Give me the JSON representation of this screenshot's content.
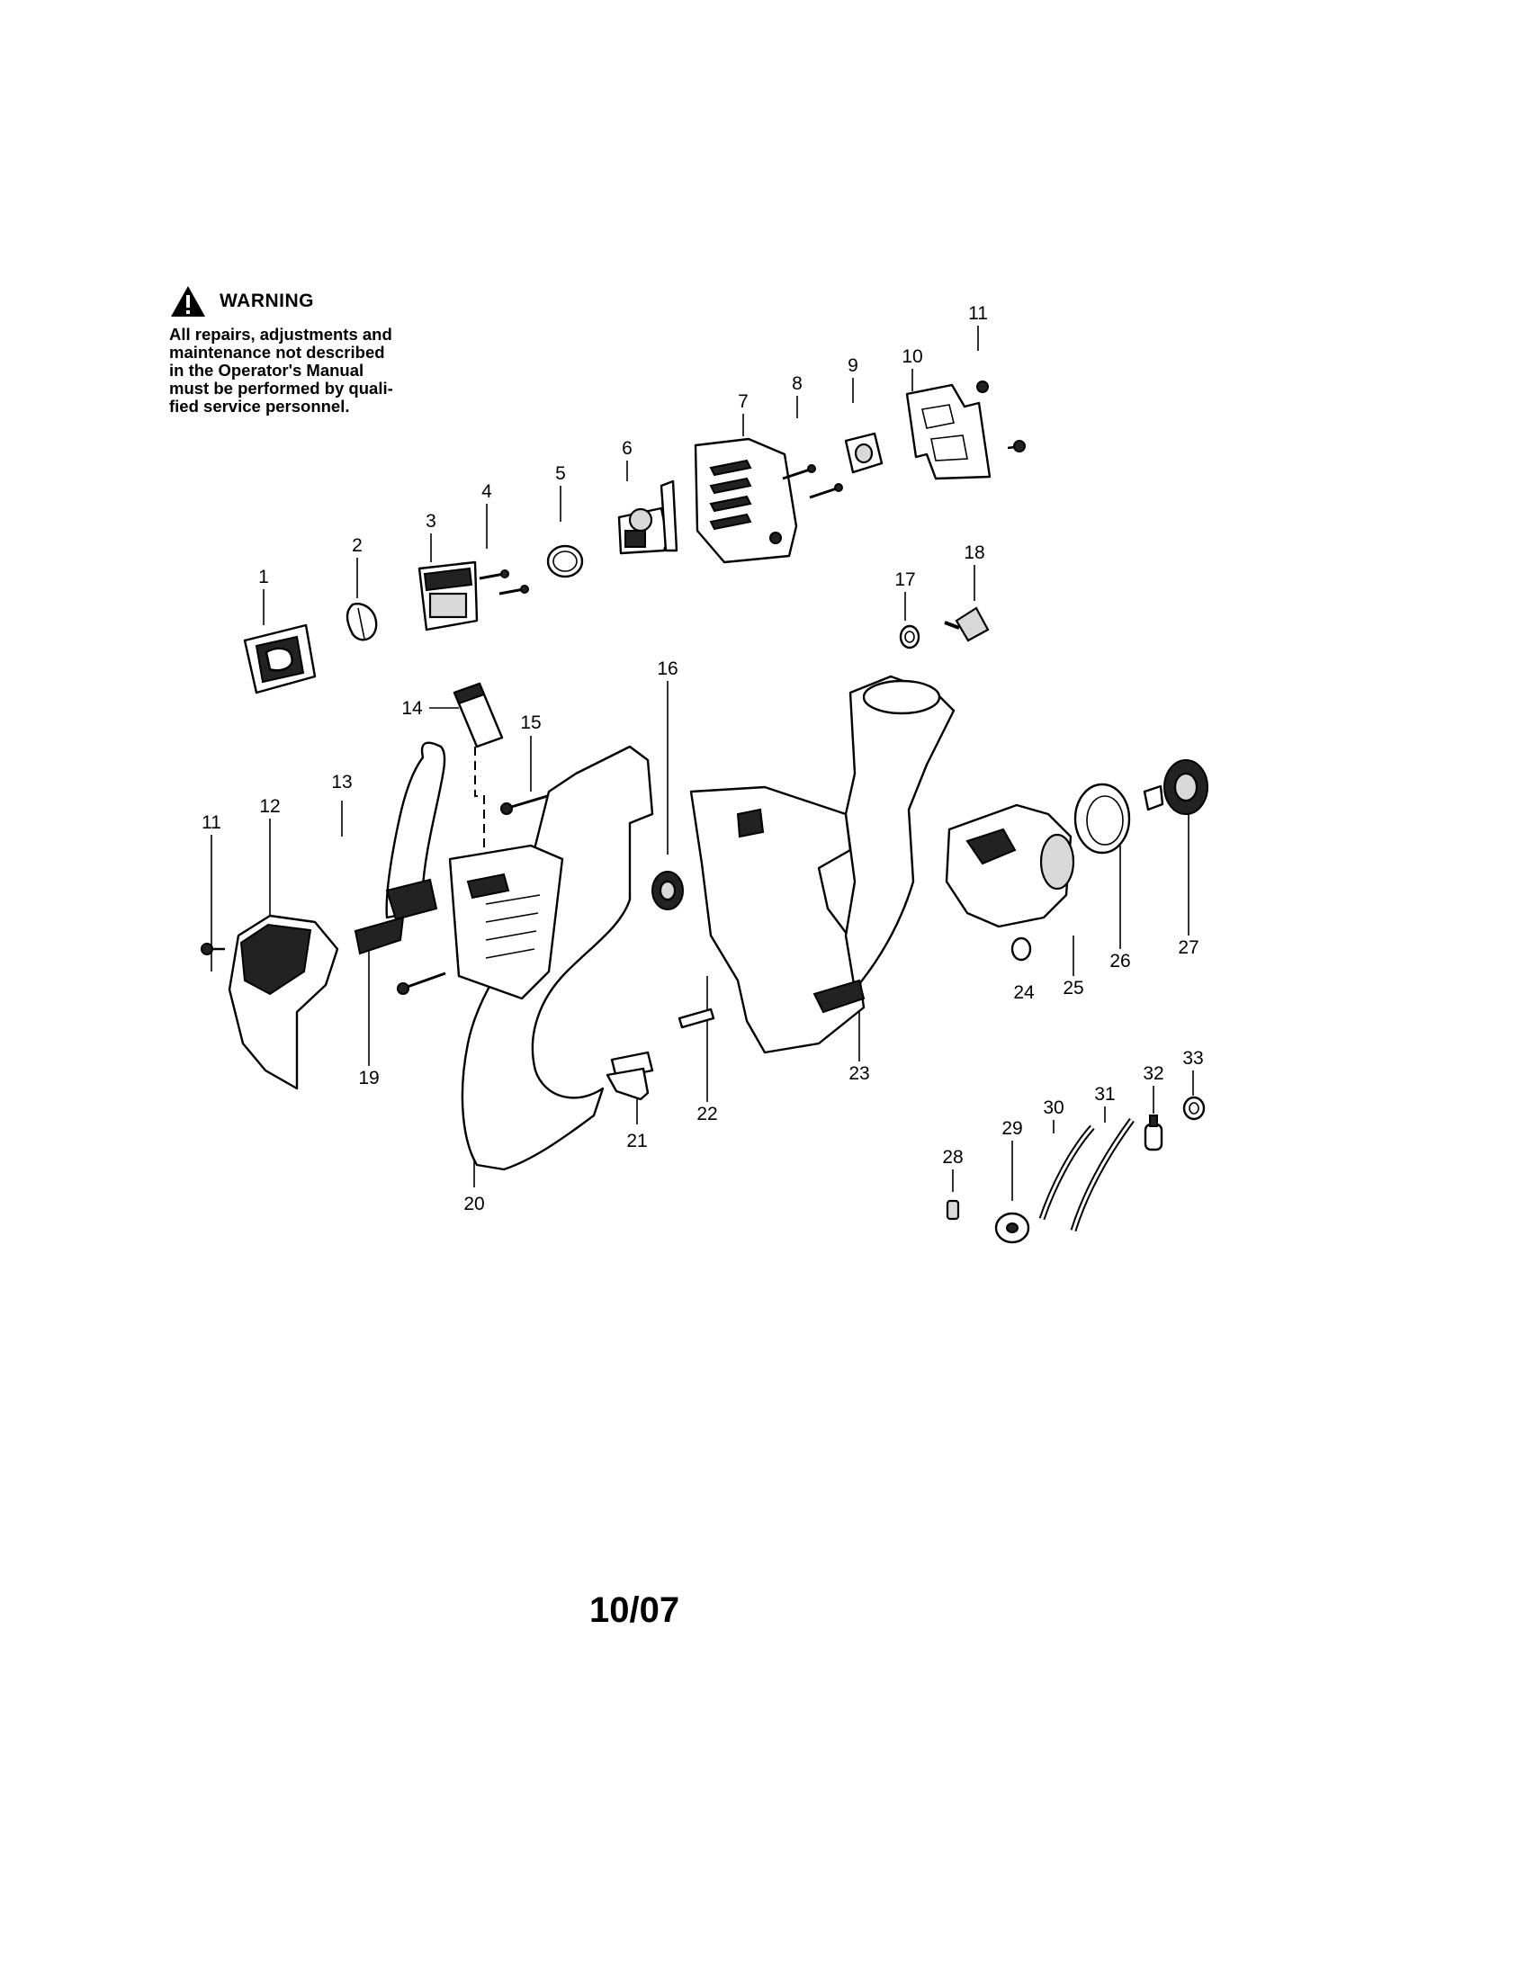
{
  "warning": {
    "title": "WARNING",
    "lines": [
      "All repairs, adjustments and",
      "maintenance not described",
      "in the Operator's Manual",
      "must be performed by quali-",
      "fied service personnel."
    ]
  },
  "part_numbers": [
    "1",
    "2",
    "3",
    "4",
    "5",
    "6",
    "7",
    "8",
    "9",
    "10",
    "11",
    "12",
    "13",
    "14",
    "15",
    "16",
    "17",
    "18",
    "19",
    "20",
    "21",
    "22",
    "23",
    "24",
    "25",
    "26",
    "27",
    "28",
    "29",
    "30",
    "31",
    "32",
    "33"
  ],
  "footer": {
    "date": "10/07"
  }
}
